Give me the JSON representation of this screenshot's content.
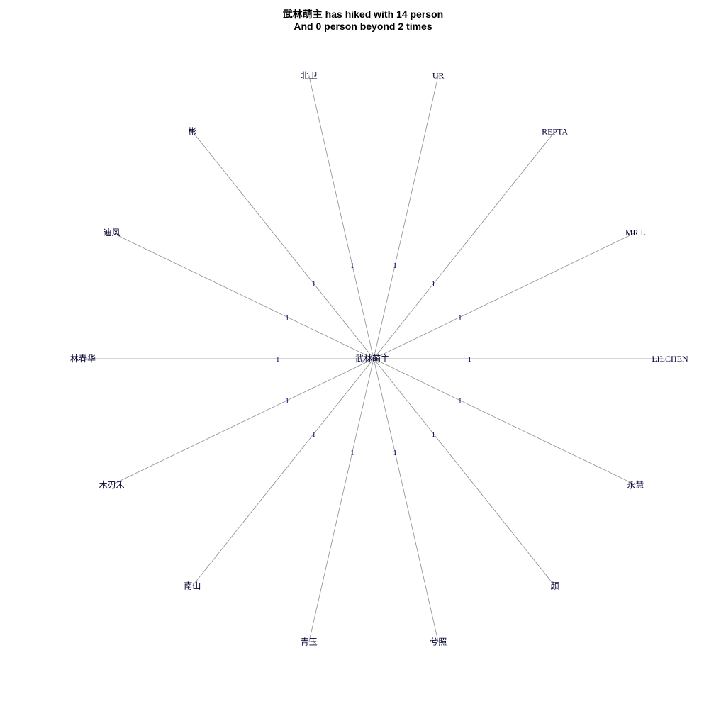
{
  "title": {
    "line1": "武林萌主 has hiked with 14 person",
    "line2": "And 0 person beyond 2 times"
  },
  "graph": {
    "center": "武林萌主",
    "neighbors": [
      {
        "name": "LILCHEN",
        "weight": "1"
      },
      {
        "name": "MR L",
        "weight": "1"
      },
      {
        "name": "REPTA",
        "weight": "1"
      },
      {
        "name": "UR",
        "weight": "1"
      },
      {
        "name": "北卫",
        "weight": "1"
      },
      {
        "name": "彬",
        "weight": "1"
      },
      {
        "name": "迪风",
        "weight": "1"
      },
      {
        "name": "林春华",
        "weight": "1"
      },
      {
        "name": "木刃禾",
        "weight": "1"
      },
      {
        "name": "南山",
        "weight": "1"
      },
      {
        "name": "青玉",
        "weight": "1"
      },
      {
        "name": "兮照",
        "weight": "1"
      },
      {
        "name": "颜",
        "weight": "1"
      },
      {
        "name": "永慧",
        "weight": "1"
      }
    ]
  }
}
